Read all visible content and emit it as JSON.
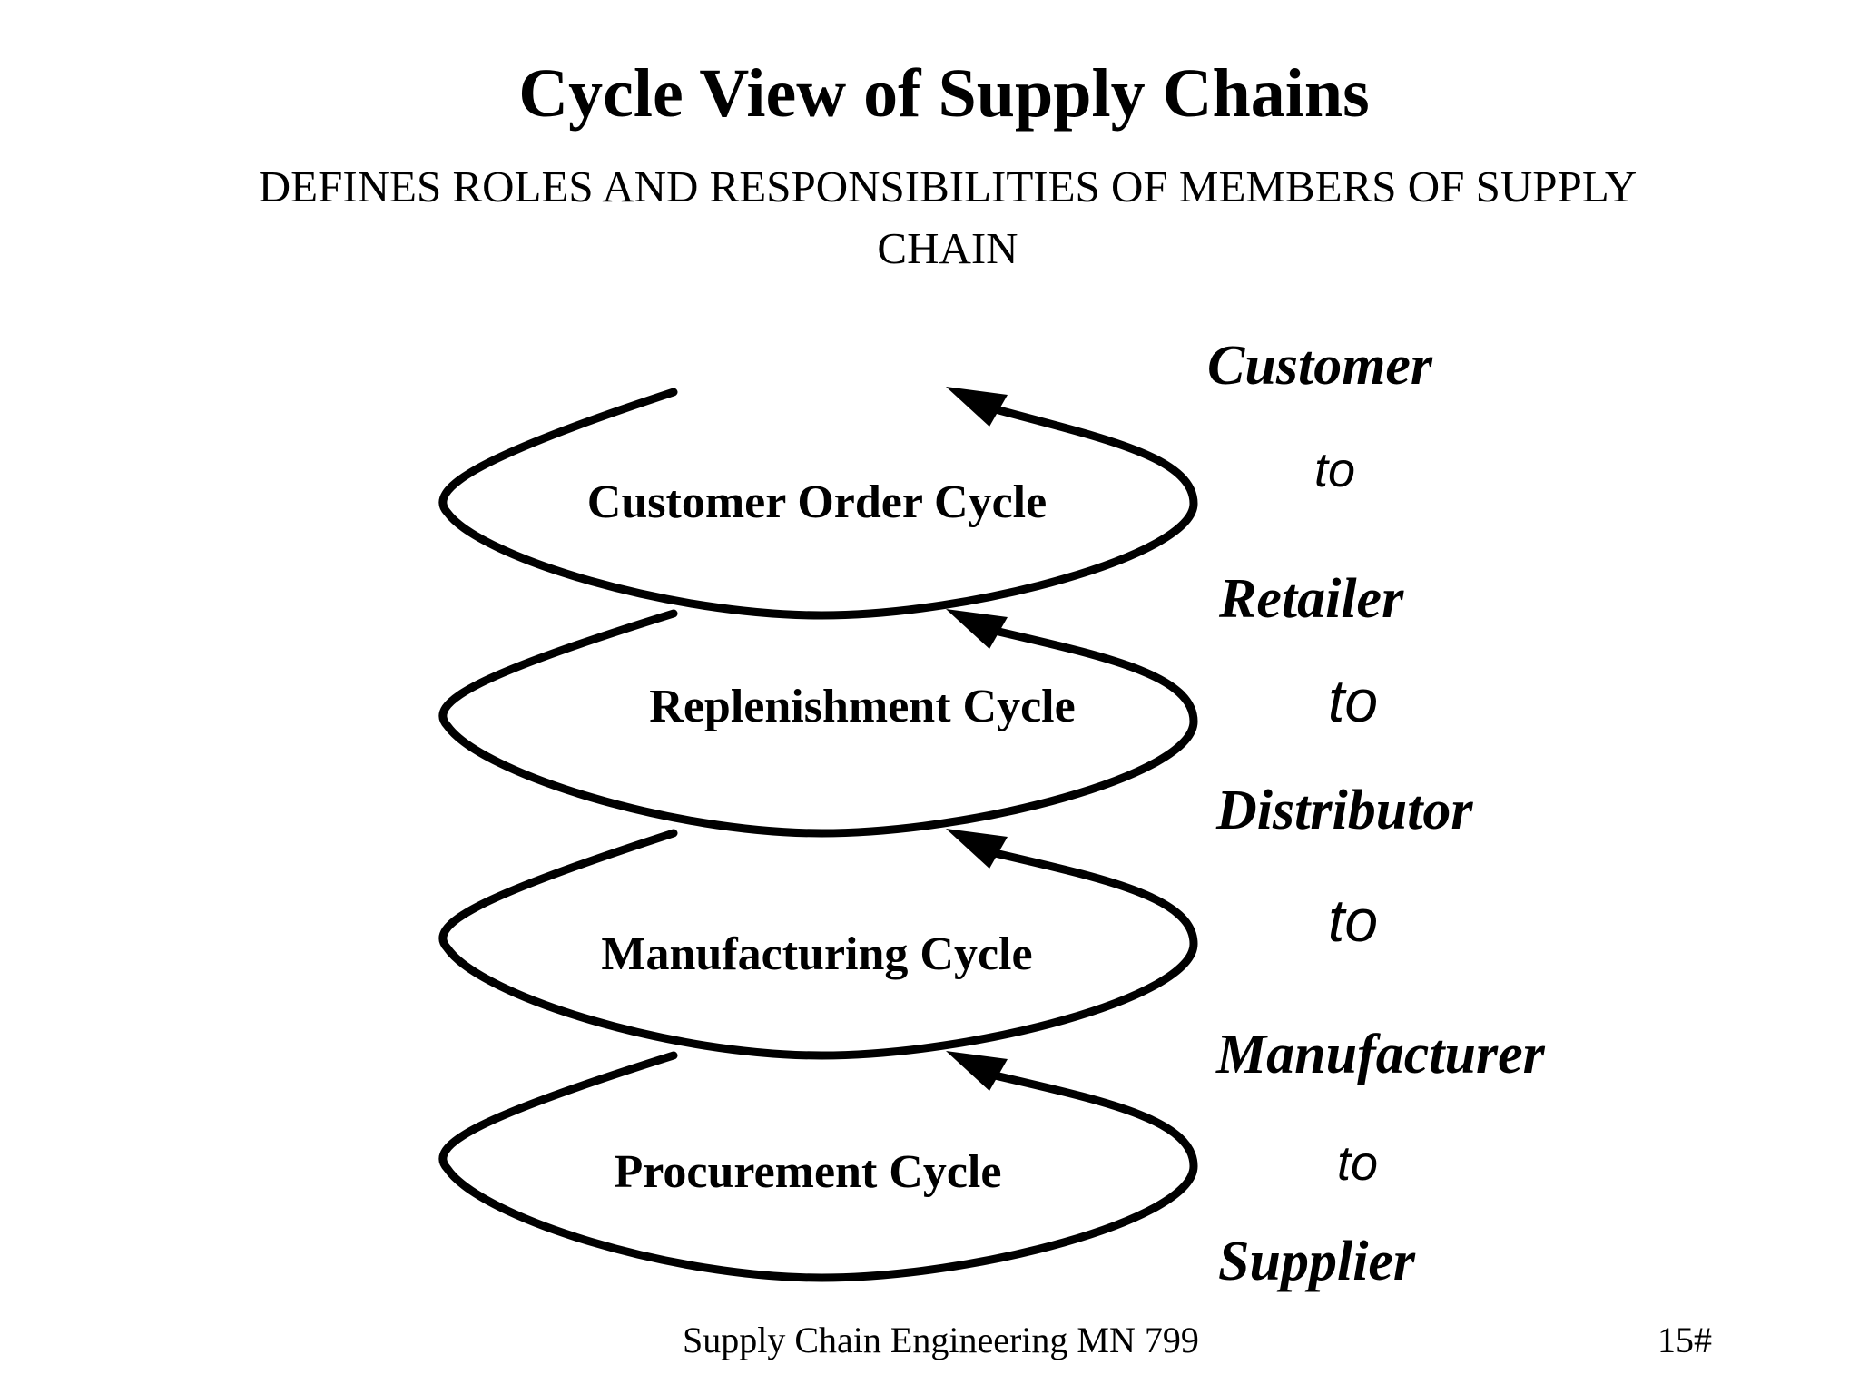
{
  "slide": {
    "title": "Cycle View of Supply Chains",
    "subtitle": "DEFINES ROLES AND RESPONSIBILITIES OF MEMBERS OF SUPPLY CHAIN"
  },
  "cycles": [
    {
      "label": "Customer Order Cycle"
    },
    {
      "label": "Replenishment Cycle"
    },
    {
      "label": "Manufacturing Cycle"
    },
    {
      "label": "Procurement Cycle"
    }
  ],
  "roles": [
    {
      "label": "Customer"
    },
    {
      "label": "Retailer"
    },
    {
      "label": "Distributor"
    },
    {
      "label": "Manufacturer"
    },
    {
      "label": "Supplier"
    }
  ],
  "connectors": [
    {
      "label": "to"
    },
    {
      "label": "to"
    },
    {
      "label": "to"
    },
    {
      "label": "to"
    }
  ],
  "footer": {
    "course": "Supply Chain Engineering MN 799",
    "page": "15#"
  },
  "colors": {
    "stroke": "#000000",
    "text": "#000000",
    "background": "#ffffff"
  }
}
